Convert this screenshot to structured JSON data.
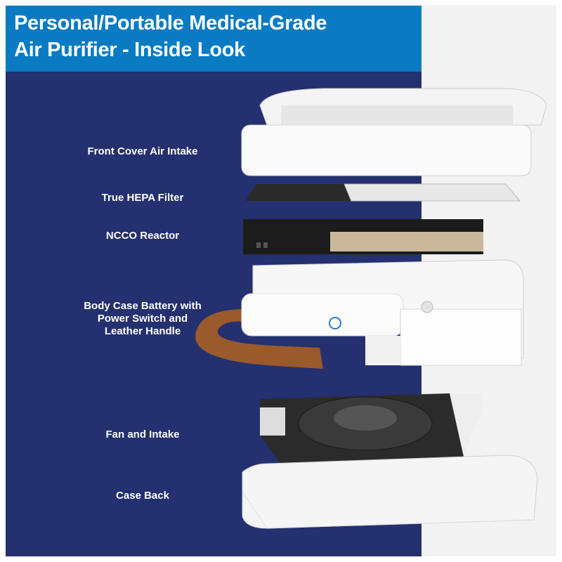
{
  "title": {
    "line1": "Personal/Portable Medical-Grade",
    "line2": "Air Purifier - Inside Look"
  },
  "labels": {
    "front_cover": "Front Cover Air Intake",
    "hepa": "True HEPA Filter",
    "ncco": "NCCO Reactor",
    "body_case_1": "Body Case Battery with",
    "body_case_2": "Power Switch and",
    "body_case_3": "Leather Handle",
    "fan": "Fan and Intake",
    "case_back": "Case Back"
  },
  "colors": {
    "header": "#0a7bc3",
    "panel": "#24306f",
    "right": "#f2f2f2"
  }
}
